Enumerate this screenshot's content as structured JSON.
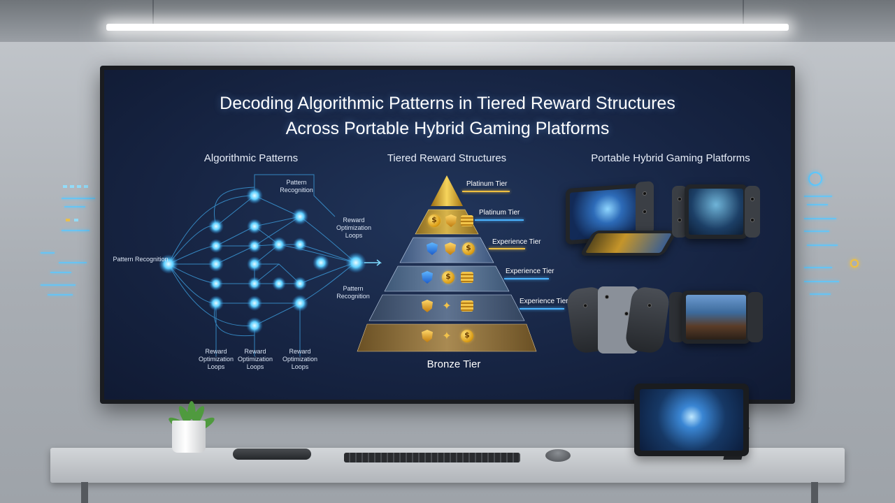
{
  "presentation": {
    "title_line1": "Decoding Algorithmic Patterns in Tiered Reward Structures",
    "title_line2": "Across Portable Hybrid Gaming Platforms",
    "columns": {
      "left": "Algorithmic Patterns",
      "center": "Tiered Reward Structures",
      "right": "Portable Hybrid Gaming Platforms"
    },
    "network_labels": {
      "pattern_recognition_top": "Pattern Recognition",
      "pattern_recognition_left": "Pattern Recognition",
      "reward_optimization_right": "Reward Optimization Loops",
      "pattern_recognition_right": "Pattern Recognition",
      "reward_optimization_bottom_1": "Reward Optimization Loops",
      "reward_optimization_bottom_2": "Reward Optimization Loops",
      "reward_optimization_bottom_3": "Reward Optimization Loops"
    },
    "tiers": [
      {
        "label": "Platinum Tier",
        "bar_color": "#f0c040"
      },
      {
        "label": "Platinum Tier",
        "bar_color": "#4ab3ff"
      },
      {
        "label": "Experience Tier",
        "bar_color": "#f0c040"
      },
      {
        "label": "Experience Tier",
        "bar_color": "#4ab3ff"
      },
      {
        "label": "Experience Tier",
        "bar_color": "#4ab3ff"
      }
    ],
    "base_tier": "Bronze Tier"
  },
  "colors": {
    "screen_bg": "#172544",
    "accent_glow": "#4ab3ff",
    "gold": "#f0c040"
  },
  "icons": [
    "coin-icon",
    "shield-icon",
    "coin-stack-icon",
    "star-icon",
    "plant-icon",
    "gamepad-icon"
  ]
}
